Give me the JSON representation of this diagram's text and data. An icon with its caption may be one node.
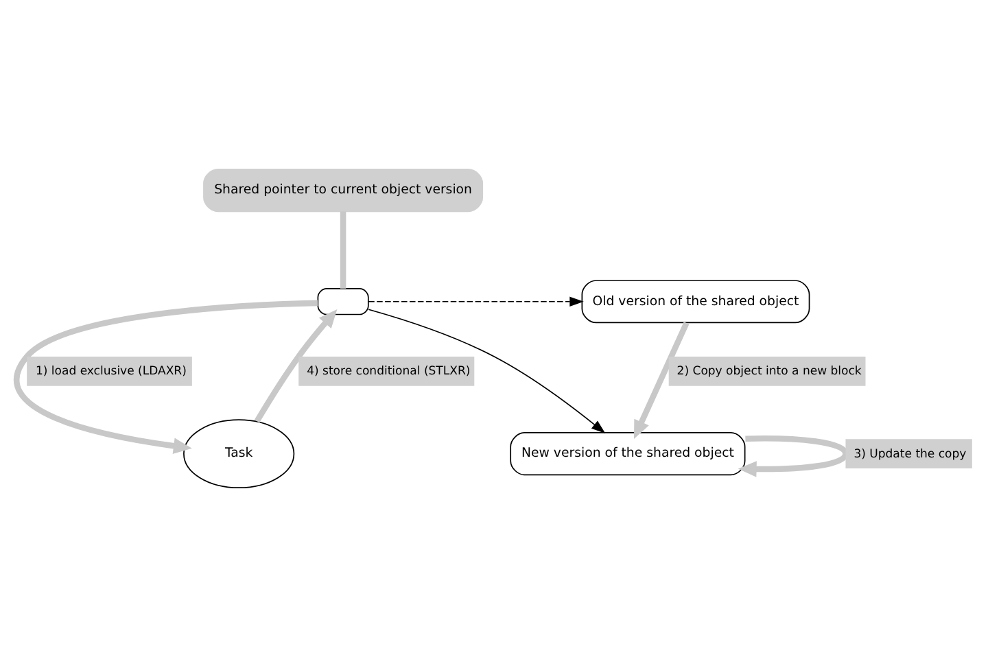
{
  "diagram": {
    "nodes": [
      {
        "text": [
          "Shared pointer to current object version"
        ]
      },
      {
        "text": [],
        "shape": "box"
      },
      {
        "text": [
          "Old version of the shared object"
        ]
      },
      {
        "text": [
          "New version of the shared object"
        ]
      },
      {
        "text": [
          "Task"
        ]
      }
    ],
    "edges": [
      {
        "from": 0,
        "to": 1,
        "arrow": "none"
      },
      {
        "from": 1,
        "to": 4,
        "arrow": "to",
        "label": "1) load exclusive (LDAXR)"
      },
      {
        "from": 4,
        "to": 1,
        "arrow": "to",
        "label": "4) store conditional (STLXR)"
      },
      {
        "from": 1,
        "to": 2,
        "arrow": "to",
        "style": "dashed",
        "color": "#000000"
      },
      {
        "from": 1,
        "to": 3,
        "arrow": "to",
        "color": "#000000"
      },
      {
        "from": 2,
        "to": 3,
        "arrow": "to",
        "label": "2) Copy object into a new block"
      },
      {
        "from": 3,
        "to": 3,
        "arrow": "to",
        "label": "3) Update the copy"
      }
    ]
  }
}
